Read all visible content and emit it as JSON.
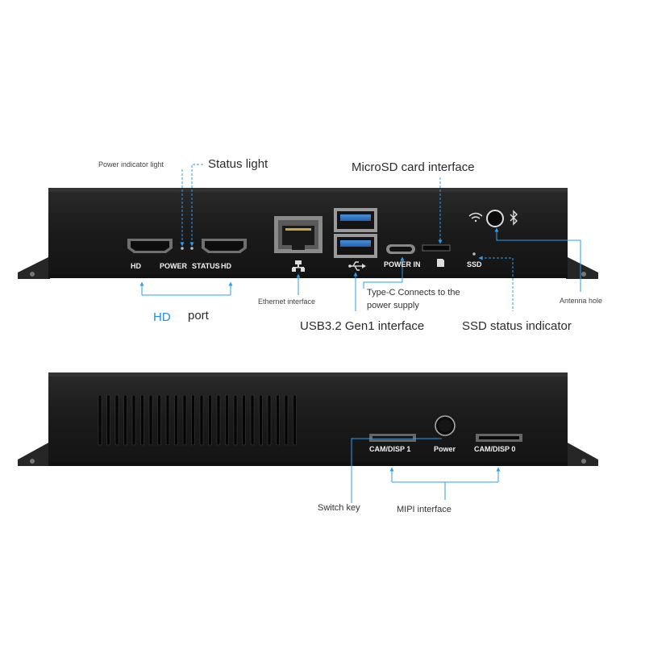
{
  "front_panel": {
    "port_labels": {
      "hd_left": "HD",
      "power": "POWER",
      "status": "STATUS",
      "hd_right": "HD",
      "power_in": "POWER IN",
      "ssd": "SSD"
    },
    "callouts": {
      "power_indicator_light": "Power indicator light",
      "status_light": "Status light",
      "microsd_card_interface": "MicroSD card interface",
      "hd": "HD",
      "port": "port",
      "ethernet_interface": "Ethernet interface",
      "type_c_line1": "Type-C Connects to the",
      "type_c_line2": "power supply",
      "usb_interface": "USB3.2 Gen1 interface",
      "ssd_status_indicator": "SSD status indicator",
      "antenna_hole": "Antenna hole"
    }
  },
  "back_panel": {
    "port_labels": {
      "cam_disp_1": "CAM/DISP 1",
      "power": "Power",
      "cam_disp_0": "CAM/DISP 0"
    },
    "callouts": {
      "switch_key": "Switch key",
      "mipi_interface": "MIPI interface"
    }
  },
  "colors": {
    "case": "#1b1b1b",
    "callout_line": "#2a9df4",
    "highlight_text": "#1f8fe0"
  }
}
